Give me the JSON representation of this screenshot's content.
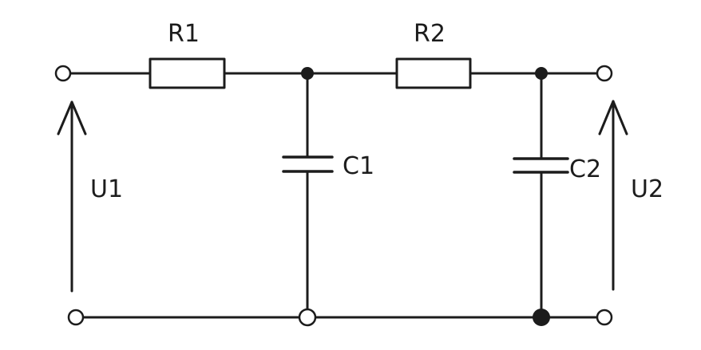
{
  "components": {
    "r1": "R1",
    "r2": "R2",
    "c1": "C1",
    "c2": "C2"
  },
  "voltages": {
    "input": "U1",
    "output": "U2"
  }
}
